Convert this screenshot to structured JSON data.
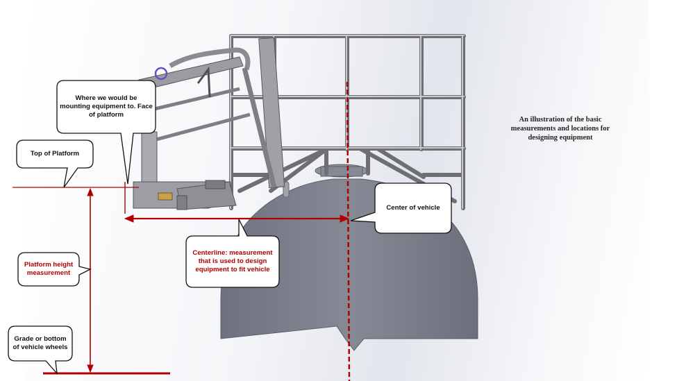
{
  "callouts": {
    "mount_face": "Where we would be mounting equipment to. Face of platform",
    "top_platform": "Top of Platform",
    "platform_height": "Platform height measurement",
    "grade": "Grade or bottom of vehicle wheels",
    "centerline": "Centerline: measurement that is used to design equipment to fit vehicle",
    "center_vehicle": "Center of vehicle"
  },
  "caption": "An illustration of the basic measurements and locations for designing equipment",
  "colors": {
    "accent_red": "#b00000",
    "tank_gray": "#7b7f8a",
    "steel": "#8d8f93",
    "callout_border": "#111111"
  }
}
